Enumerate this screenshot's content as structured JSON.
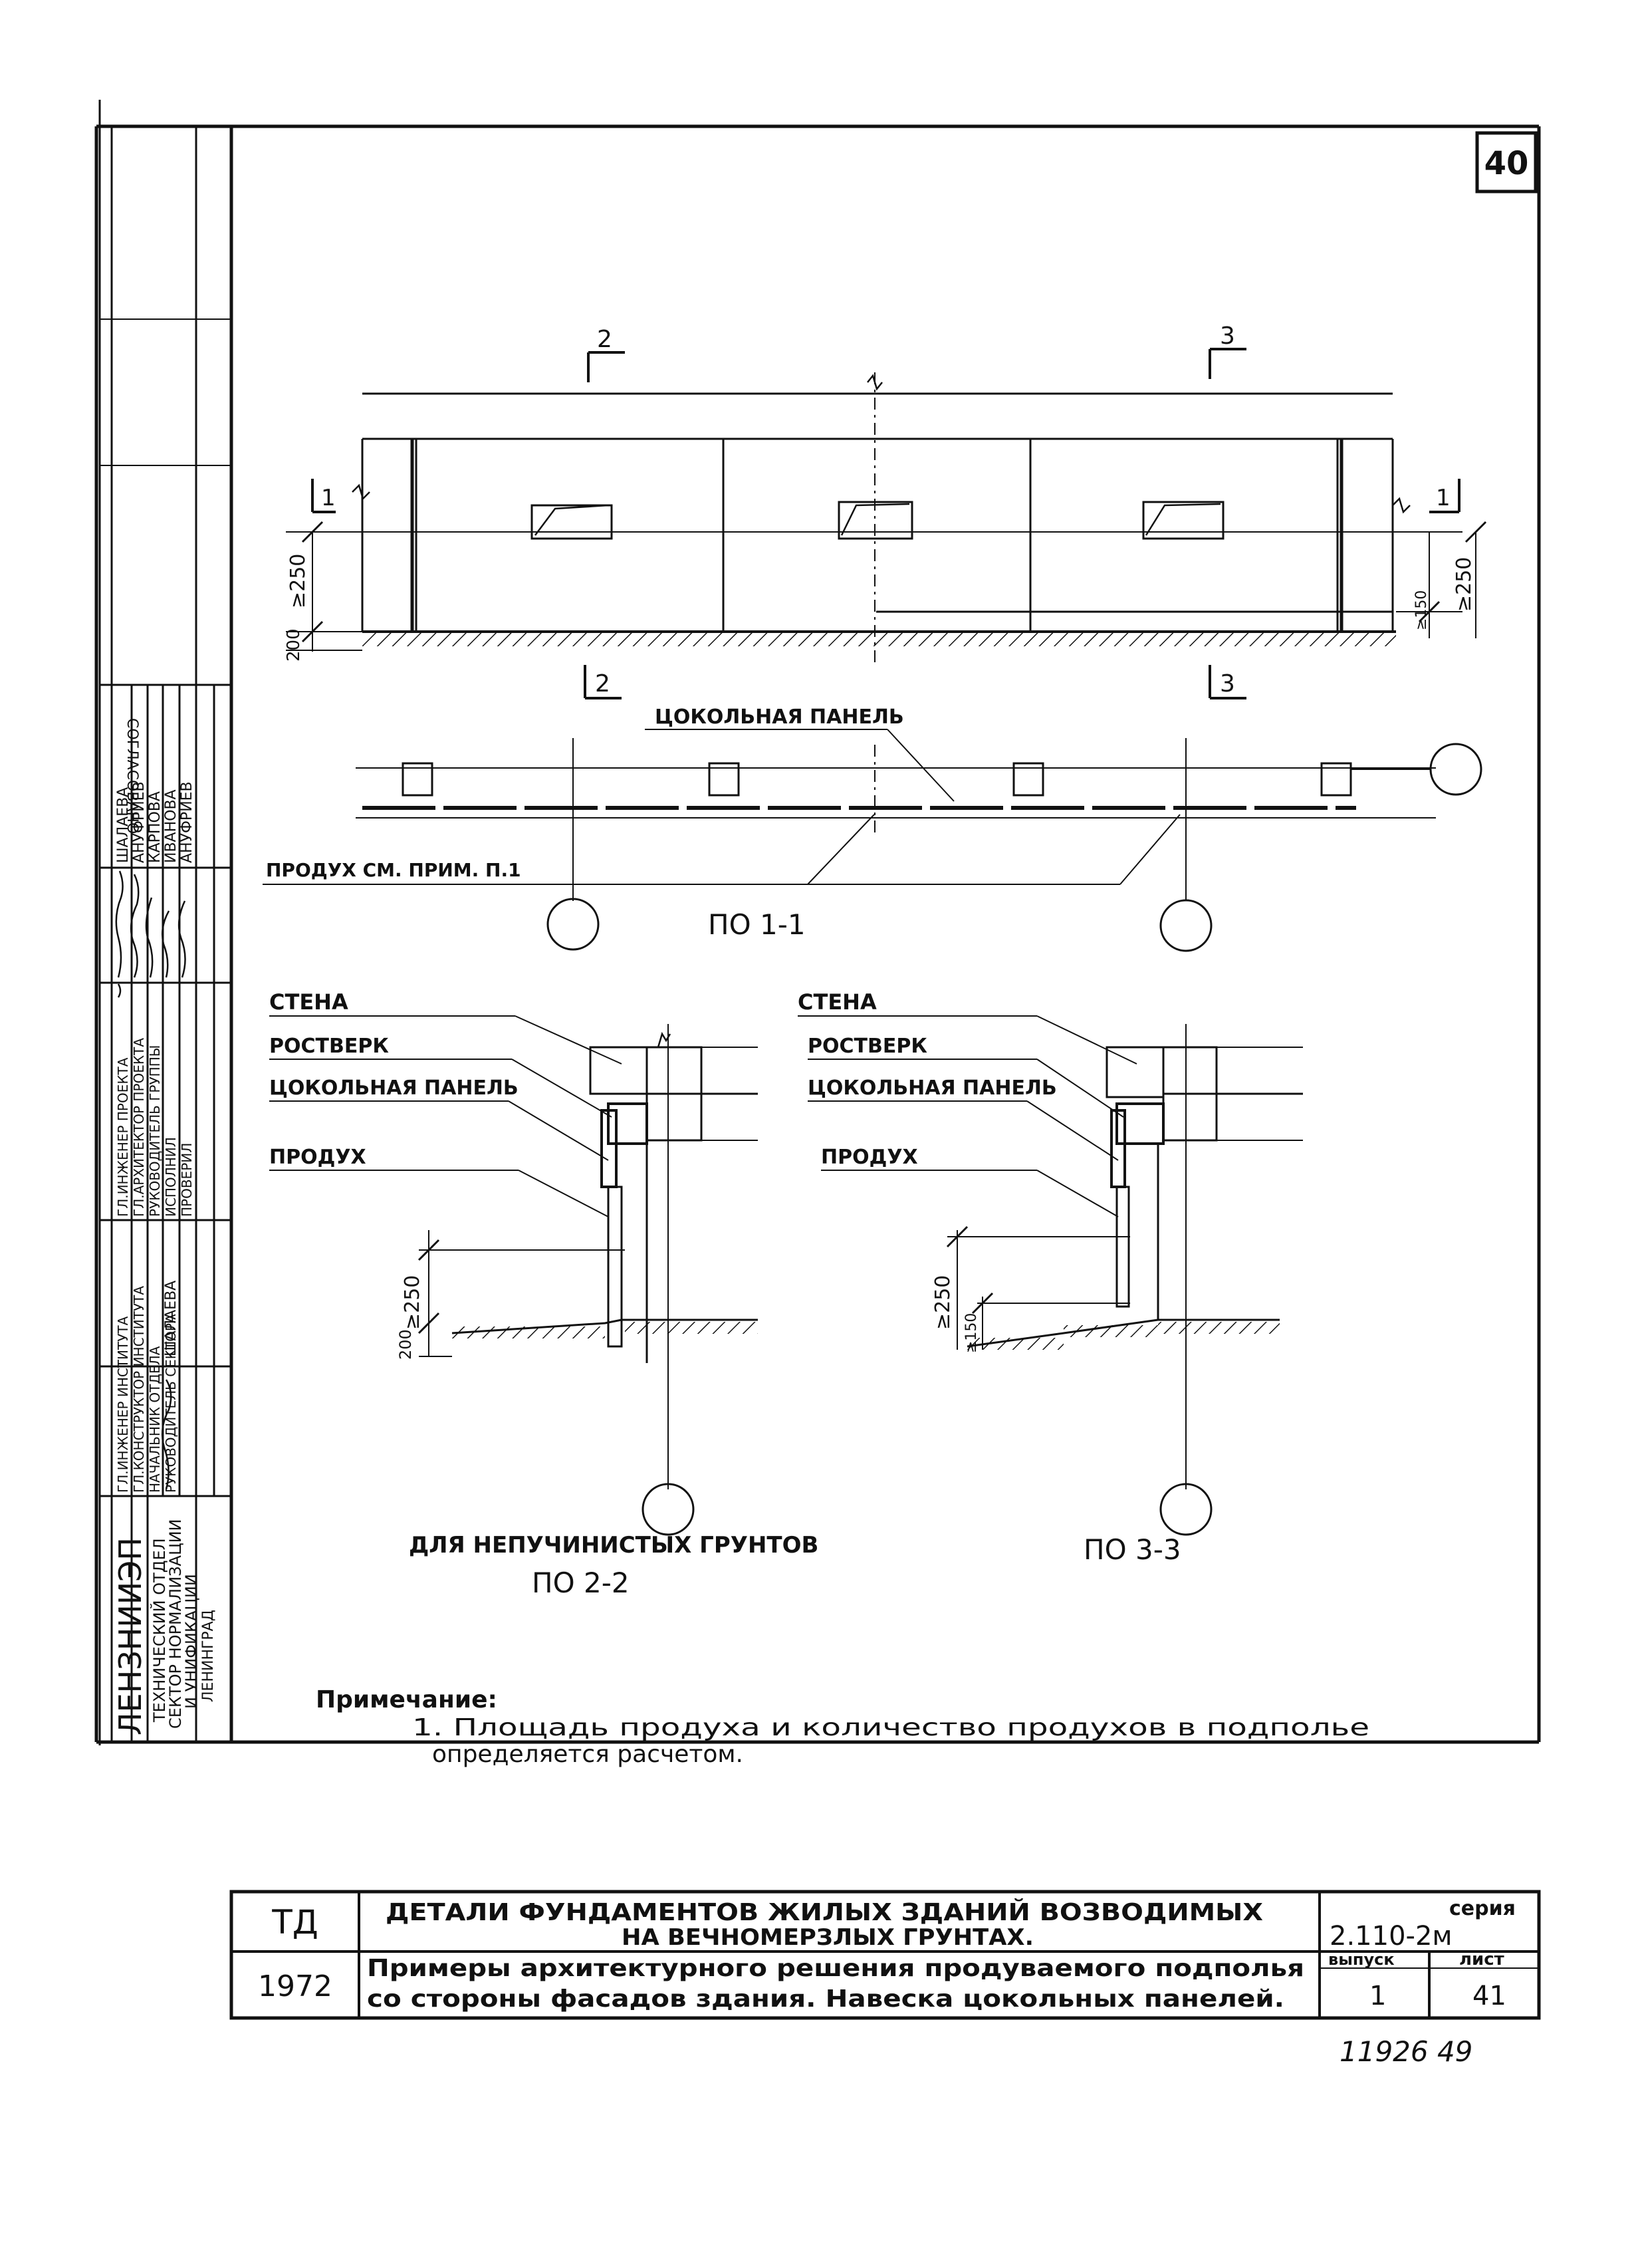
{
  "sheet": {
    "page_number": "40",
    "handwritten_number": "11926 49"
  },
  "facade": {
    "cut_marks": [
      "2",
      "3",
      "1",
      "1",
      "2",
      "3"
    ],
    "dims": {
      "left_250": "≥250",
      "left_200": "200",
      "right_150": "≥150",
      "right_250": "≥250"
    }
  },
  "plan": {
    "label_panel": "ЦОКОЛЬНАЯ ПАНЕЛЬ",
    "label_vent": "ПРОДУХ СМ. ПРИМ. П.1",
    "caption": "ПО 1-1"
  },
  "section22": {
    "label_wall": "СТЕНА",
    "label_grillage": "РОСТВЕРК",
    "label_panel": "ЦОКОЛЬНАЯ ПАНЕЛЬ",
    "label_vent": "ПРОДУХ",
    "dim_250": "≥250",
    "dim_200": "200",
    "caption_line1": "ДЛЯ НЕПУЧИНИСТЫХ ГРУНТОВ",
    "caption_line2": "ПО 2-2"
  },
  "section33": {
    "label_wall": "СТЕНА",
    "label_grillage": "РОСТВЕРК",
    "label_panel": "ЦОКОЛЬНАЯ ПАНЕЛЬ",
    "label_vent": "ПРОДУХ",
    "dim_250": "≥250",
    "dim_150": "≥150",
    "caption": "ПО 3-3"
  },
  "note": {
    "heading": "Примечание:",
    "line1": "1. Площадь продуха и количество продухов в подполье",
    "line2": "определяется расчетом."
  },
  "left_stamp": {
    "org_main": "ЛЕНЗНИИЭП",
    "org_sub1": "ТЕХНИЧЕСКИЙ ОТДЕЛ",
    "org_sub2": "СЕКТОР НОРМАЛИЗАЦИИ",
    "org_sub3": "И УНИФИКАЦИИ",
    "org_sub4": "ЛЕНИНГРАД",
    "roles": [
      "ГЛ.ИНЖЕНЕР ИНСТИТУТА",
      "ГЛ.КОНСТРУКТОР ИНСТИТУТА",
      "НАЧАЛЬНИК ОТДЕЛА",
      "РУКОВОДИТЕЛЬ СЕКТОРА",
      "ГЛ.ИНЖЕНЕР ПРОЕКТА",
      "ГЛ.АРХИТЕКТОР ПРОЕКТА",
      "РУКОВОДИТЕЛЬ ГРУППЫ",
      "ИСПОЛНИЛ",
      "ПРОВЕРИЛ"
    ],
    "names": [
      "ШАЛАЕВА",
      "ШАЛАЕВА",
      "АНУФРИЕВ",
      "КАРПОВА",
      "ИВАНОВА",
      "АНУФРИЕВ"
    ],
    "approval": "СОГЛАСОВАНО"
  },
  "title_block": {
    "org_code": "ТД",
    "year": "1972",
    "title_line1": "ДЕТАЛИ ФУНДАМЕНТОВ ЖИЛЫХ ЗДАНИЙ ВОЗВОДИМЫХ",
    "title_line2": "НА ВЕЧНОМЕРЗЛЫХ ГРУНТАХ.",
    "subtitle_line1": "Примеры архитектурного решения продуваемого подполья",
    "subtitle_line2": "со стороны фасадов здания. Навеска цокольных панелей.",
    "series_label": "серия",
    "series_value": "2.110-2м",
    "issue_label": "выпуск",
    "issue_value": "1",
    "sheet_label": "лист",
    "sheet_value": "41"
  }
}
